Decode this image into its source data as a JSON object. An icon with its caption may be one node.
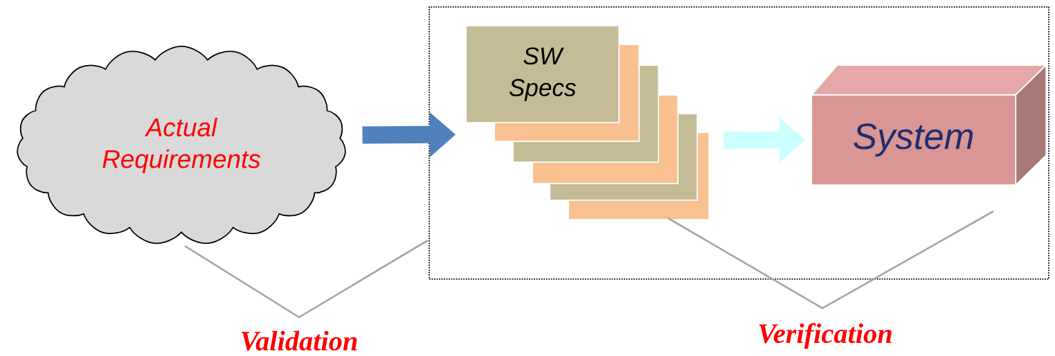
{
  "diagram": {
    "nodes": [
      {
        "text": [
          "Actual Requirements"
        ]
      },
      {
        "text": [],
        "shape": "box"
      },
      {
        "text": [
          "SW Specs"
        ],
        "in": 1
      },
      {
        "text": [
          "System"
        ],
        "in": 1
      }
    ],
    "edges": [
      {
        "from": 0,
        "to": 2,
        "arrow": "to",
        "color": "#4f81bd"
      },
      {
        "from": 2,
        "to": 3,
        "arrow": "to",
        "color": "#ccffff"
      }
    ],
    "labels": [
      "Validation",
      "Verification"
    ]
  }
}
